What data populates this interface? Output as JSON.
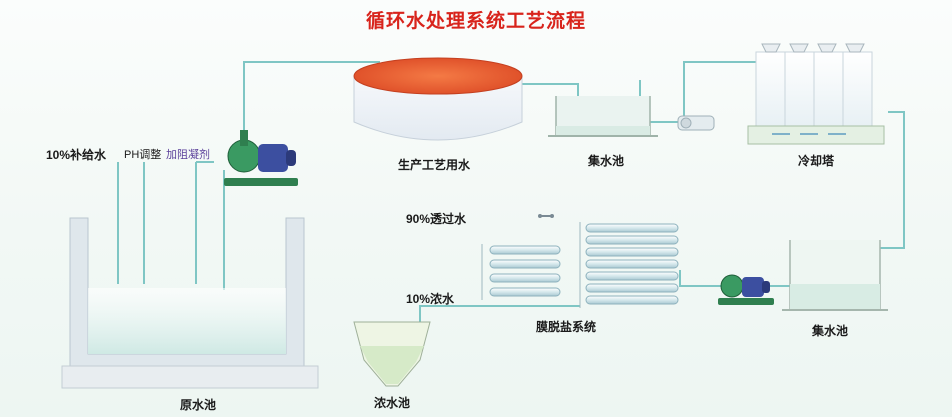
{
  "diagram": {
    "title": "循环水处理系统工艺流程",
    "labels": {
      "makeup_water": "10%补给水",
      "ph_adjust": "PH调整",
      "coagulant": "加阻凝剂",
      "process_water": "生产工艺用水",
      "collect_pool_top": "集水池",
      "cooling_tower": "冷却塔",
      "permeate": "90%透过水",
      "concentrate": "10%浓水",
      "desalination": "膜脱盐系统",
      "collect_pool_bottom": "集水池",
      "raw_pool": "原水池",
      "concentrate_pool": "浓水池"
    },
    "colors": {
      "title": "#d8241c",
      "pipe": "#7fc6c4",
      "tank_top": "#e8562f",
      "pump": "#2f7f4f",
      "motor": "#3c4fa0",
      "membrane": "#e0eef0"
    }
  }
}
